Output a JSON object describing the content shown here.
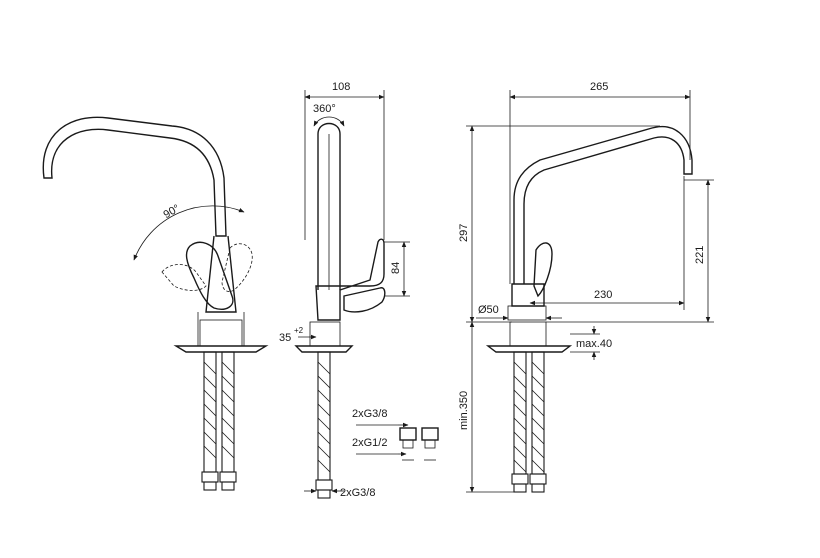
{
  "labels": {
    "swivel_angle": "360°",
    "lever_angle": "90°",
    "width_side": "108",
    "width_front": "265",
    "height_total": "297",
    "height_spout": "221",
    "lever_height": "84",
    "reach": "230",
    "base_diameter": "Ø50",
    "deck_thickness": "max.40",
    "hole_depth": "min.350",
    "hole_size": "35",
    "hole_size_tol": "+2",
    "conn_top": "2xG3/8",
    "conn_mid": "2xG1/2",
    "conn_bottom": "2xG3/8"
  }
}
